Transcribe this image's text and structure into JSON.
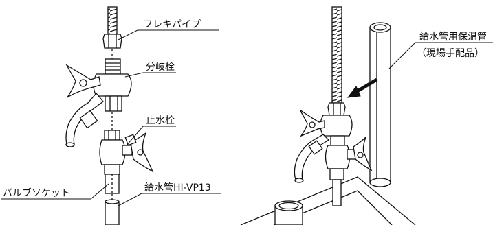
{
  "labels": {
    "flexible_pipe": "フレキパイプ",
    "branch_valve": "分岐栓",
    "stop_valve": "止水栓",
    "valve_socket": "バルブソケット",
    "supply_pipe": "給水管HI-VP13",
    "insulation_pipe": "給水管用保温管",
    "insulation_note": "（現場手配品）"
  }
}
